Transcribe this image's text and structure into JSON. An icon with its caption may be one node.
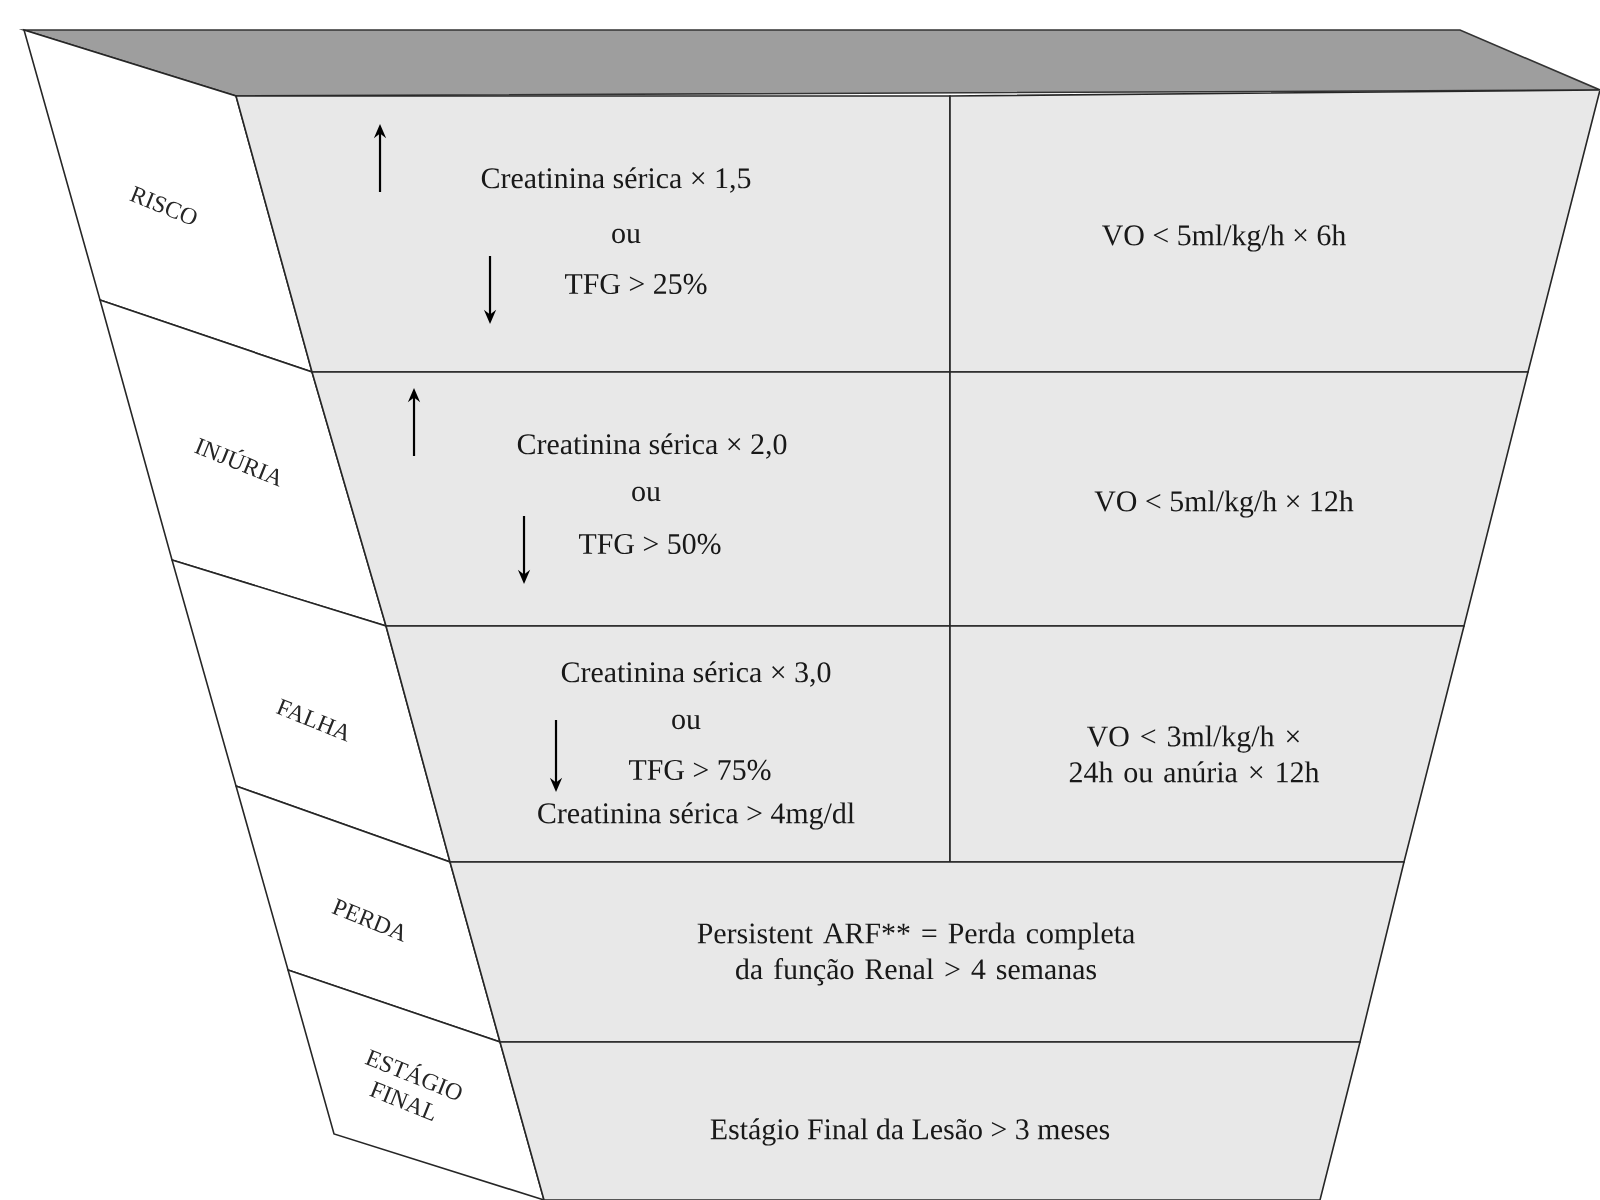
{
  "diagram": {
    "nodes": [
      {
        "text": [
          "RISCO"
        ]
      },
      {
        "text": [
          "INJÚRIA"
        ]
      },
      {
        "text": [
          "FALHA"
        ]
      },
      {
        "text": [
          "PERDA"
        ]
      },
      {
        "text": [
          "ESTÁGIO FINAL"
        ]
      },
      {
        "text": [
          "Creatinina sérica × 1,5",
          "ou",
          "TFG > 25%"
        ]
      },
      {
        "text": [
          "VO < 5ml/kg/h × 6h"
        ]
      },
      {
        "text": [
          "Creatinina sérica × 2,0",
          "ou",
          "TFG > 50%"
        ]
      },
      {
        "text": [
          "VO < 5ml/kg/h × 12h"
        ]
      },
      {
        "text": [
          "Creatinina sérica × 3,0",
          "ou",
          "TFG > 75%",
          "Creatinina sérica > 4mg/dl"
        ]
      },
      {
        "text": [
          "VO < 3ml/kg/h × 24h ou anúria × 12h"
        ]
      },
      {
        "text": [
          "Persistent ARF** = Perda completa da função Renal > 4 semanas"
        ]
      },
      {
        "text": [
          "Estágio Final da Lesão > 3 meses"
        ]
      }
    ]
  }
}
